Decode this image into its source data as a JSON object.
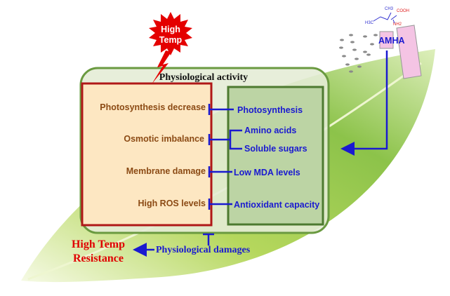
{
  "title": "Physiological activity",
  "stress": {
    "label_line1": "High",
    "label_line2": "Temp"
  },
  "treatment": {
    "label": "AMHA",
    "formula": {
      "ch3": "CH3",
      "cooh": "COOH",
      "h3c": "H3C",
      "nh2": "NH2"
    }
  },
  "stress_effects": [
    "Photosynthesis decrease",
    "Osmotic imbalance",
    "Membrane damage",
    "High ROS levels"
  ],
  "responses": [
    "Photosynthesis",
    "Amino acids",
    "Soluble sugars",
    "Low MDA levels",
    "Antioxidant capacity"
  ],
  "outcome": {
    "damages": "Physiological damages",
    "resistance_line1": "High Temp",
    "resistance_line2": "Resistance"
  },
  "colors": {
    "effects": "#8b4a14",
    "responses": "#1a1ad0",
    "stress": "#e00000",
    "outer_box": "#6a9a40",
    "red_box": "#b01818"
  }
}
